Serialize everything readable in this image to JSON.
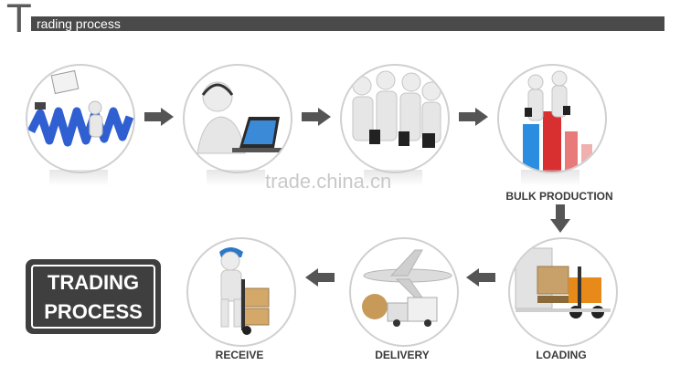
{
  "header": {
    "big_letter": "T",
    "title": "rading process"
  },
  "watermark": "trade.china.cn",
  "steps": [
    {
      "id": "inquiry",
      "label": ""
    },
    {
      "id": "communication",
      "label": ""
    },
    {
      "id": "agreement",
      "label": ""
    },
    {
      "id": "bulk-production",
      "label": "BULK PRODUCTION"
    },
    {
      "id": "loading",
      "label": "LOADING"
    },
    {
      "id": "delivery",
      "label": "DELIVERY"
    },
    {
      "id": "receive",
      "label": "RECEIVE"
    }
  ],
  "badge": {
    "line1": "TRADING",
    "line2": "PROCESS"
  },
  "colors": {
    "header_bar": "#4a4a4a",
    "arrow": "#555555",
    "badge": "#3f3f3f",
    "wave": "#2f5fd0",
    "bar_blue": "#2b8de0",
    "bar_red": "#d83030"
  }
}
